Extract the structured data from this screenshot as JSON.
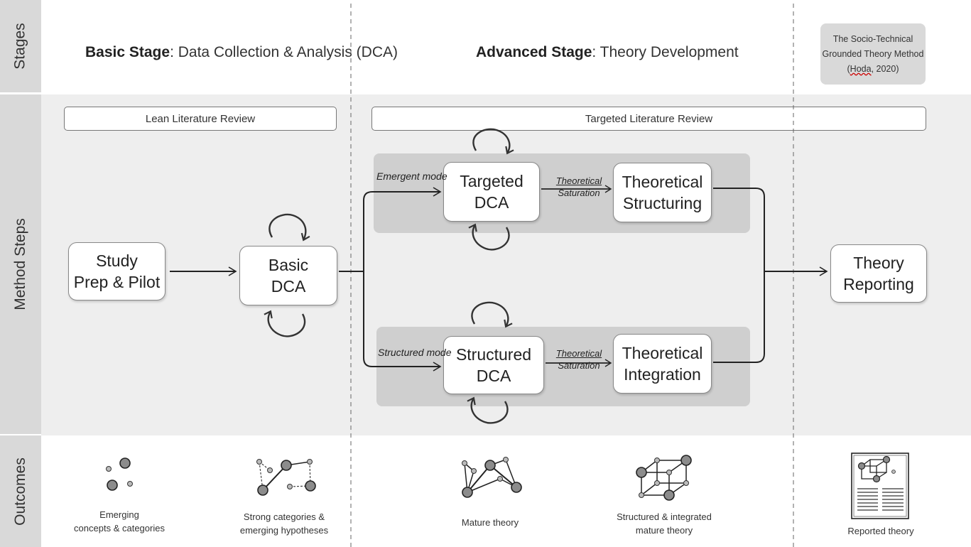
{
  "rows": {
    "stages": "Stages",
    "method_steps": "Method Steps",
    "outcomes": "Outcomes"
  },
  "stages": {
    "basic_bold": "Basic Stage",
    "basic_rest": ": Data Collection & Analysis (DCA)",
    "advanced_bold": "Advanced Stage",
    "advanced_rest": ": Theory Development"
  },
  "reference": {
    "line1": "The Socio-Technical",
    "line2": "Grounded Theory Method",
    "line3_pre": "(",
    "line3_author": "Hoda",
    "line3_post": ", 2020)"
  },
  "literature": {
    "lean": "Lean Literature Review",
    "targeted": "Targeted Literature Review"
  },
  "nodes": {
    "study": [
      "Study",
      "Prep & Pilot"
    ],
    "basic_dca": [
      "Basic",
      "DCA"
    ],
    "targeted_dca": [
      "Targeted",
      "DCA"
    ],
    "structured_dca": [
      "Structured",
      "DCA"
    ],
    "theoretical_structuring": [
      "Theoretical",
      "Structuring"
    ],
    "theoretical_integration": [
      "Theoretical",
      "Integration"
    ],
    "theory_reporting": [
      "Theory",
      "Reporting"
    ]
  },
  "edge_labels": {
    "emergent_mode": "Emergent mode",
    "structured_mode": "Structured mode",
    "saturation_top": [
      "Theoretical",
      "Saturation"
    ],
    "saturation_bottom": [
      "Theoretical",
      "Saturation"
    ]
  },
  "outcomes": {
    "emerging": [
      "Emerging",
      "concepts & categories"
    ],
    "strong": [
      "Strong categories &",
      "emerging hypotheses"
    ],
    "mature": [
      "Mature theory"
    ],
    "structured": [
      "Structured & integrated",
      "mature theory"
    ],
    "reported": [
      "Reported theory"
    ]
  },
  "colors": {
    "row_label_bg": "#d9d9d9",
    "method_band_bg": "#eeeeee",
    "mode_box_bg": "#cfcfcf",
    "node_gray": "#8c8c8c",
    "line": "#222222"
  }
}
